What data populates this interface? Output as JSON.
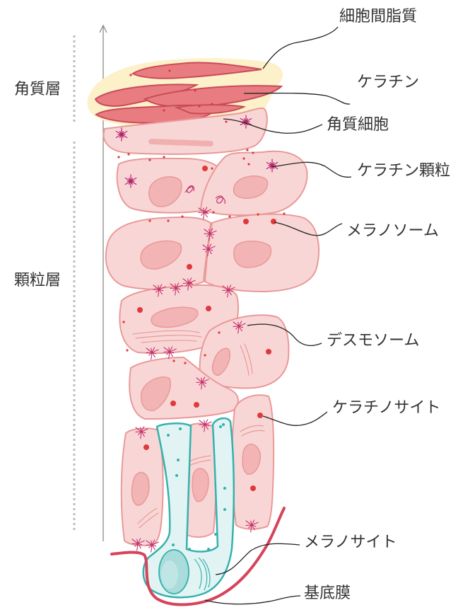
{
  "layers": {
    "corneum": "角質層",
    "granular": "顆粒層"
  },
  "callouts": {
    "intercellular_lipid": "細胞間脂質",
    "keratin": "ケラチン",
    "corneocyte": "角質細胞",
    "keratin_granule": "ケラチン顆粒",
    "melanosome": "メラノソーム",
    "desmosome": "デスモソーム",
    "keratinocyte": "ケラチノサイト",
    "melanocyte": "メラノサイト",
    "basement_membrane": "基底膜"
  },
  "colors": {
    "cell_fill": "#f9d6d6",
    "cell_stroke": "#e89a98",
    "nucleus_fill": "#f2b4b4",
    "corneocyte_fill": "#e97c80",
    "corneocyte_stroke": "#c94b5b",
    "lipid_fill": "#fcf1c9",
    "melanocyte_stroke": "#35b1ae",
    "melanocyte_fill": "#e1f4f3",
    "melanocyte_nucleus": "#a9dcda",
    "melanosome": "#e0393b",
    "desmosome": "#c4306b",
    "basement_membrane": "#d6435a",
    "leader_line": "#222222",
    "text": "#333333",
    "guide": "#bdbdbd"
  }
}
